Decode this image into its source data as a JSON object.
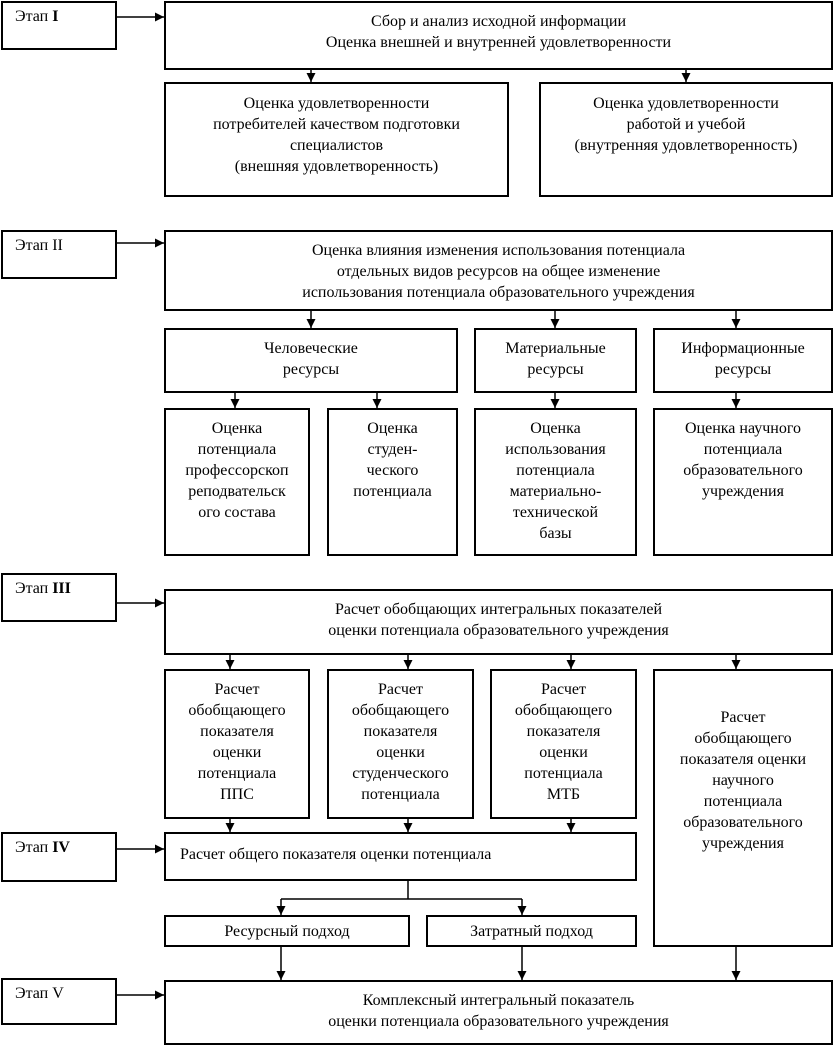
{
  "stages": [
    {
      "prefix": "Этап",
      "num": "I"
    },
    {
      "prefix": "Этап",
      "num": "II"
    },
    {
      "prefix": "Этап",
      "num": "III"
    },
    {
      "prefix": "Этап",
      "num": "IV"
    },
    {
      "prefix": "Этап",
      "num": "V"
    }
  ],
  "boxes": {
    "collect": [
      "Сбор и анализ исходной информации",
      "Оценка внешней и внутренней удовлетворенности"
    ],
    "external": [
      "Оценка удовлетворенности",
      "потребителей качеством подготовки",
      "специалистов",
      "(внешняя удовлетворенность)"
    ],
    "internal": [
      "Оценка удовлетворенности",
      "работой и учебой",
      "(внутренняя удовлетворенность)"
    ],
    "influence": [
      "Оценка влияния изменения использования потенциала",
      "отдельных видов ресурсов на общее изменение",
      "использования потенциала образовательного учреждения"
    ],
    "human": [
      "Человеческие",
      "ресурсы"
    ],
    "material": [
      "Материальные",
      "ресурсы"
    ],
    "info": [
      "Информационные",
      "ресурсы"
    ],
    "pps": [
      "Оценка",
      "потенциала",
      "профессорскоп",
      "реподвательск",
      "ого состава"
    ],
    "students": [
      "Оценка",
      "студен-",
      "ческого",
      "потенциала"
    ],
    "mtb": [
      "Оценка",
      "использования",
      "потенциала",
      "материально-",
      "технической",
      "базы"
    ],
    "science": [
      "Оценка научного",
      "потенциала",
      "образовательного",
      "учреждения"
    ],
    "integral": [
      "Расчет обобщающих интегральных показателей",
      "оценки потенциала образовательного учреждения"
    ],
    "calc_pps": [
      "Расчет",
      "обобщающего",
      "показателя",
      "оценки",
      "потенциала",
      "ППС"
    ],
    "calc_students": [
      "Расчет",
      "обобщающего",
      "показателя",
      "оценки",
      "студенческого",
      "потенциала"
    ],
    "calc_mtb": [
      "Расчет",
      "обобщающего",
      "показателя",
      "оценки",
      "потенциала",
      "МТБ"
    ],
    "calc_science": [
      "Расчет",
      "обобщающего",
      "показателя оценки",
      "научного",
      "потенциала",
      "образовательного",
      "учреждения"
    ],
    "general": [
      "Расчет общего показателя оценки потенциала"
    ],
    "resource": [
      "Ресурсный подход"
    ],
    "cost": [
      "Затратный подход"
    ],
    "complex": [
      "Комплексный интегральный показатель",
      "оценки потенциала образовательного учреждения"
    ]
  }
}
